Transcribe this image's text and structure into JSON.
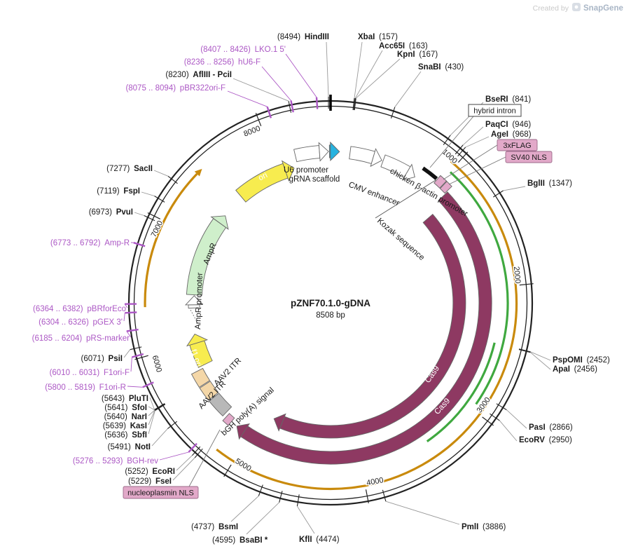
{
  "watermark": {
    "created_by": "Created by",
    "brand": "SnapGene"
  },
  "plasmid": {
    "name": "pZNF70.1.0-gDNA",
    "size": "8508 bp",
    "length_bp": 8508
  },
  "colors": {
    "primer": "#AC58C5",
    "cas9": "#8E3962",
    "yellow": "#F7EC4F",
    "pale_green": "#CFEFCB",
    "pink": "#E2A9C9",
    "tan": "#F4D7A8",
    "gray_block": "#B8B8B8",
    "cyan": "#27B3E0",
    "green_arc": "#3FA83F",
    "orange_arc": "#C98A0C"
  },
  "map": {
    "ticks": [
      1000,
      2000,
      3000,
      4000,
      5000,
      6000,
      7000,
      8000
    ],
    "features": [
      {
        "id": "u6-promoter",
        "label": "U6 promoter",
        "start": 8190,
        "end": 8490,
        "shape": "arrow",
        "color": "#FFFFFF"
      },
      {
        "id": "grna-scaffold",
        "label": "gRNA scaffold",
        "start": 8498,
        "end": 8588,
        "shape": "arrow",
        "color": "#27B3E0"
      },
      {
        "id": "cmv-enhancer",
        "label": "CMV enhancer",
        "start": 175,
        "end": 468,
        "shape": "arrow",
        "color": "#FFFFFF"
      },
      {
        "id": "chicken-b-actin-promoter",
        "label": "chicken β-actin promoter",
        "start": 480,
        "end": 800,
        "shape": "arrow",
        "color": "#FFFFFF"
      },
      {
        "id": "hybrid-intron",
        "label": "hybrid intron",
        "start": 815,
        "end": 958,
        "shape": "intron",
        "color": "#111111"
      },
      {
        "id": "3xflag",
        "label": "3xFLAG",
        "start": 965,
        "end": 1030,
        "shape": "block",
        "color": "#E2A9C9"
      },
      {
        "id": "sv40-nls",
        "label": "SV40 NLS",
        "start": 1035,
        "end": 1092,
        "shape": "block",
        "color": "#E2A9C9"
      },
      {
        "id": "cas9",
        "label": "Cas9",
        "start": 1100,
        "end": 5135,
        "shape": "arrow",
        "color": "#8E3962"
      },
      {
        "id": "cas9-inner",
        "label": "Cas9",
        "start": 1160,
        "end": 4870,
        "shape": "arrow",
        "color": "#8E3962"
      },
      {
        "id": "nucleoplasmin-nls",
        "label": "nucleoplasmin NLS",
        "start": 5196,
        "end": 5258,
        "shape": "block",
        "color": "#E2A9C9"
      },
      {
        "id": "bgh-polya",
        "label": "bGH poly(A) signal",
        "start": 5285,
        "end": 5460,
        "shape": "block",
        "color": "#B8B8B8"
      },
      {
        "id": "aav2-itr-1",
        "label": "AAV2 ITR",
        "start": 5470,
        "end": 5600,
        "shape": "block",
        "color": "#F4D7A8"
      },
      {
        "id": "aav2-itr-2",
        "label": "AAV2 ITR",
        "start": 5608,
        "end": 5740,
        "shape": "block",
        "color": "#F4D7A8"
      },
      {
        "id": "f1-ori",
        "label": "f1 ori",
        "start": 5765,
        "end": 6075,
        "shape": "arrow",
        "color": "#F7EC4F"
      },
      {
        "id": "ampr-promoter",
        "label": "AmpR promoter",
        "start": 6330,
        "end": 6452,
        "shape": "arrow",
        "color": "#FFFFFF"
      },
      {
        "id": "ampr",
        "label": "AmpR",
        "start": 6460,
        "end": 7316,
        "shape": "arrow",
        "color": "#CFEFCB"
      },
      {
        "id": "ori",
        "label": "ori",
        "start": 7560,
        "end": 8150,
        "shape": "arrow",
        "color": "#F7EC4F"
      },
      {
        "id": "kozak",
        "label": "Kozak sequence",
        "start": 958,
        "end": 964,
        "shape": "none",
        "color": "#111111"
      },
      {
        "id": "orf-arc-right",
        "label": "",
        "start": 955,
        "end": 5150,
        "shape": "arc",
        "color": "#C98A0C"
      },
      {
        "id": "orf-arc-left",
        "label": "",
        "start": 6350,
        "end": 7420,
        "shape": "arc",
        "color": "#C98A0C",
        "head": true
      },
      {
        "id": "green-arc-1",
        "label": "",
        "start": 1005,
        "end": 2950,
        "shape": "arc",
        "color": "#3FA83F"
      },
      {
        "id": "green-arc-2",
        "label": "",
        "start": 2450,
        "end": 3430,
        "shape": "arc",
        "color": "#3FA83F"
      }
    ],
    "sites": [
      {
        "name": "HindIII",
        "pos": "(8494)",
        "bp": 8494,
        "kind": "enzyme"
      },
      {
        "name": "LKO.1 5'",
        "pos": "(8407 .. 8426)",
        "bp": 8416,
        "kind": "primer"
      },
      {
        "name": "hU6-F",
        "pos": "(8236 .. 8256)",
        "bp": 8246,
        "kind": "primer"
      },
      {
        "name": "AflIII - PciI",
        "pos": "(8230)",
        "bp": 8230,
        "kind": "enzyme"
      },
      {
        "name": "pBR322ori-F",
        "pos": "(8075 .. 8094)",
        "bp": 8085,
        "kind": "primer"
      },
      {
        "name": "XbaI",
        "pos": "(157)",
        "bp": 157,
        "kind": "enzyme"
      },
      {
        "name": "Acc65I",
        "pos": "(163)",
        "bp": 163,
        "kind": "enzyme"
      },
      {
        "name": "KpnI",
        "pos": "(167)",
        "bp": 167,
        "kind": "enzyme"
      },
      {
        "name": "SnaBI",
        "pos": "(430)",
        "bp": 430,
        "kind": "enzyme"
      },
      {
        "name": "BseRI",
        "pos": "(841)",
        "bp": 841,
        "kind": "enzyme"
      },
      {
        "name": "PaqCI",
        "pos": "(946)",
        "bp": 946,
        "kind": "enzyme"
      },
      {
        "name": "AgeI",
        "pos": "(968)",
        "bp": 968,
        "kind": "enzyme"
      },
      {
        "name": "BglII",
        "pos": "(1347)",
        "bp": 1347,
        "kind": "enzyme"
      },
      {
        "name": "PspOMI",
        "pos": "(2452)",
        "bp": 2452,
        "kind": "enzyme"
      },
      {
        "name": "ApaI",
        "pos": "(2456)",
        "bp": 2456,
        "kind": "enzyme"
      },
      {
        "name": "PasI",
        "pos": "(2866)",
        "bp": 2866,
        "kind": "enzyme"
      },
      {
        "name": "EcoRV",
        "pos": "(2950)",
        "bp": 2950,
        "kind": "enzyme"
      },
      {
        "name": "PmlI",
        "pos": "(3886)",
        "bp": 3886,
        "kind": "enzyme"
      },
      {
        "name": "KflI",
        "pos": "(4474)",
        "bp": 4474,
        "kind": "enzyme"
      },
      {
        "name": "BsaBI *",
        "pos": "(4595)",
        "bp": 4595,
        "kind": "enzyme"
      },
      {
        "name": "BsmI",
        "pos": "(4737)",
        "bp": 4737,
        "kind": "enzyme"
      },
      {
        "name": "FseI",
        "pos": "(5229)",
        "bp": 5229,
        "kind": "enzyme"
      },
      {
        "name": "EcoRI",
        "pos": "(5252)",
        "bp": 5252,
        "kind": "enzyme"
      },
      {
        "name": "BGH-rev",
        "pos": "(5276 .. 5293)",
        "bp": 5284,
        "kind": "primer"
      },
      {
        "name": "NotI",
        "pos": "(5491)",
        "bp": 5491,
        "kind": "enzyme"
      },
      {
        "name": "SbfI",
        "pos": "(5636)",
        "bp": 5636,
        "kind": "enzyme"
      },
      {
        "name": "KasI",
        "pos": "(5639)",
        "bp": 5639,
        "kind": "enzyme"
      },
      {
        "name": "NarI",
        "pos": "(5640)",
        "bp": 5640,
        "kind": "enzyme"
      },
      {
        "name": "SfoI",
        "pos": "(5641)",
        "bp": 5641,
        "kind": "enzyme"
      },
      {
        "name": "PluTI",
        "pos": "(5643)",
        "bp": 5643,
        "kind": "enzyme"
      },
      {
        "name": "F1ori-R",
        "pos": "(5800 .. 5819)",
        "bp": 5810,
        "kind": "primer"
      },
      {
        "name": "F1ori-F",
        "pos": "(6010 .. 6031)",
        "bp": 6020,
        "kind": "primer"
      },
      {
        "name": "PsiI",
        "pos": "(6071)",
        "bp": 6071,
        "kind": "enzyme"
      },
      {
        "name": "pRS-marker",
        "pos": "(6185 .. 6204)",
        "bp": 6194,
        "kind": "primer"
      },
      {
        "name": "pGEX 3'",
        "pos": "(6304 .. 6326)",
        "bp": 6315,
        "kind": "primer"
      },
      {
        "name": "pBRforEco",
        "pos": "(6364 .. 6382)",
        "bp": 6373,
        "kind": "primer"
      },
      {
        "name": "Amp-R",
        "pos": "(6773 .. 6792)",
        "bp": 6782,
        "kind": "primer"
      },
      {
        "name": "PvuI",
        "pos": "(6973)",
        "bp": 6973,
        "kind": "enzyme"
      },
      {
        "name": "FspI",
        "pos": "(7119)",
        "bp": 7119,
        "kind": "enzyme"
      },
      {
        "name": "SacII",
        "pos": "(7277)",
        "bp": 7277,
        "kind": "enzyme"
      }
    ]
  }
}
